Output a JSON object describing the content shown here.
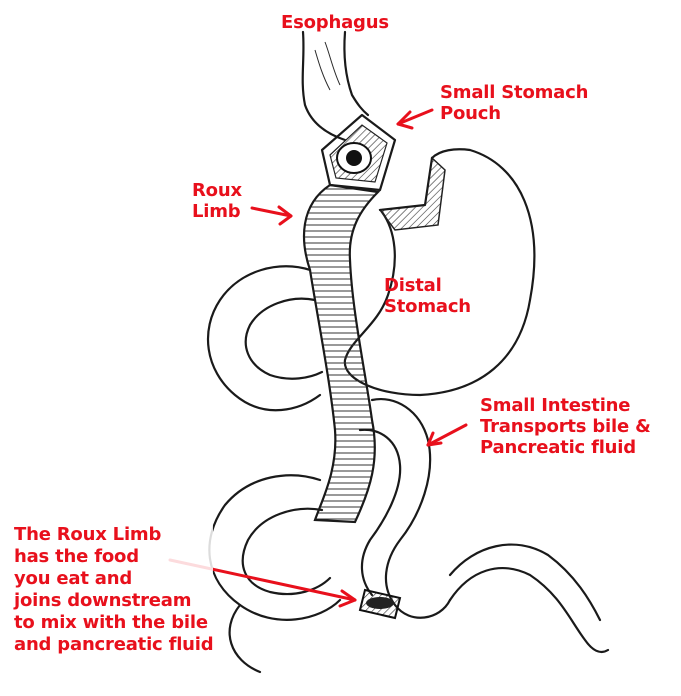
{
  "labels": {
    "esophagus": "Esophagus",
    "pouch": [
      "Small Stomach",
      "Pouch"
    ],
    "roux_limb": [
      "Roux",
      "Limb"
    ],
    "distal_stomach": [
      "Distal",
      "Stomach"
    ],
    "small_intestine": [
      "Small Intestine",
      "Transports bile &",
      "Pancreatic fluid"
    ],
    "roux_note": [
      "The Roux Limb",
      "has the food",
      "you eat and",
      "joins downstream",
      "to mix with the bile",
      "and pancreatic fluid"
    ]
  },
  "colors": {
    "label": "#e8101c",
    "ink": "#1a1a1a",
    "background": "#ffffff"
  }
}
